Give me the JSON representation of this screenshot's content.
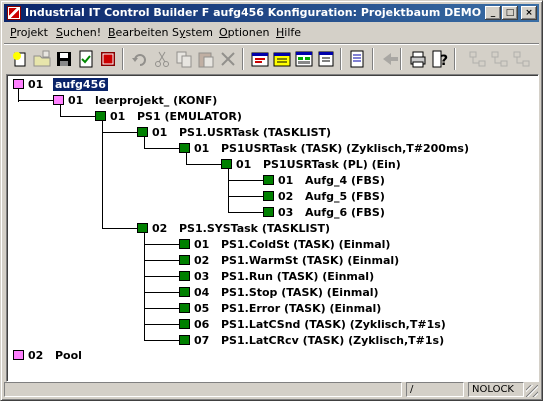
{
  "window": {
    "title": "Industrial IT Control Builder F aufg456  Konfiguration: Projektbaum  DEMO",
    "controls": {
      "minimize": "_",
      "maximize": "□",
      "close": "×"
    }
  },
  "menu": [
    {
      "label": "Projekt",
      "key": "P"
    },
    {
      "label": "Suchen!",
      "key": "S"
    },
    {
      "label": "Bearbeiten",
      "key": "B"
    },
    {
      "label": "System",
      "key": "y"
    },
    {
      "label": "Optionen",
      "key": "O"
    },
    {
      "label": "Hilfe",
      "key": "H"
    }
  ],
  "toolbar": [
    {
      "icon": "new-project-icon",
      "enabled": true
    },
    {
      "icon": "open-icon",
      "enabled": false
    },
    {
      "icon": "save-icon",
      "enabled": true
    },
    {
      "icon": "check-icon",
      "enabled": true
    },
    {
      "icon": "exit-icon",
      "enabled": true
    },
    {
      "icon": "undo-icon",
      "enabled": false
    },
    {
      "icon": "cut-icon",
      "enabled": false
    },
    {
      "icon": "copy-icon",
      "enabled": false
    },
    {
      "icon": "paste-icon",
      "enabled": false
    },
    {
      "icon": "delete-icon",
      "enabled": false
    },
    {
      "icon": "compile-icon",
      "enabled": true
    },
    {
      "icon": "library-icon",
      "enabled": true
    },
    {
      "icon": "hardware-icon",
      "enabled": true
    },
    {
      "icon": "panel-icon",
      "enabled": true
    },
    {
      "icon": "document-icon",
      "enabled": true
    },
    {
      "icon": "back-arrow-icon",
      "enabled": false
    },
    {
      "icon": "print-icon",
      "enabled": true
    },
    {
      "icon": "help-icon",
      "enabled": true
    },
    {
      "icon": "tree-expand-icon",
      "enabled": false
    },
    {
      "icon": "tree-collapse-icon",
      "enabled": false
    },
    {
      "icon": "tree-move-icon",
      "enabled": false
    }
  ],
  "tree": {
    "root": {
      "num": "01",
      "label": "aufg456",
      "selected": true
    },
    "project": {
      "num": "01",
      "label": "leerprojekt_  (KONF)"
    },
    "emulator": {
      "num": "01",
      "label": "PS1  (EMULATOR)"
    },
    "usrtask": {
      "num": "01",
      "label": "PS1.USRTask  (TASKLIST)"
    },
    "usrtask_task": {
      "num": "01",
      "label": "PS1USRTask  (TASK) (Zyklisch,T#200ms)"
    },
    "usrtask_pl": {
      "num": "01",
      "label": "PS1USRTask  (PL) (Ein)"
    },
    "fbs": [
      {
        "num": "01",
        "label": "Aufg_4  (FBS)"
      },
      {
        "num": "02",
        "label": "Aufg_5  (FBS)"
      },
      {
        "num": "03",
        "label": "Aufg_6  (FBS)"
      }
    ],
    "systask": {
      "num": "02",
      "label": "PS1.SYSTask  (TASKLIST)"
    },
    "systasks": [
      {
        "num": "01",
        "label": "PS1.ColdSt  (TASK) (Einmal)"
      },
      {
        "num": "02",
        "label": "PS1.WarmSt  (TASK) (Einmal)"
      },
      {
        "num": "03",
        "label": "PS1.Run  (TASK) (Einmal)"
      },
      {
        "num": "04",
        "label": "PS1.Stop  (TASK) (Einmal)"
      },
      {
        "num": "05",
        "label": "PS1.Error  (TASK) (Einmal)"
      },
      {
        "num": "06",
        "label": "PS1.LatCSnd  (TASK) (Zyklisch,T#1s)"
      },
      {
        "num": "07",
        "label": "PS1.LatCRcv  (TASK) (Zyklisch,T#1s)"
      }
    ],
    "pool": {
      "num": "02",
      "label": "Pool"
    }
  },
  "status": {
    "panel1": "",
    "panel2": "/",
    "panel3": "NOLOCK"
  },
  "colors": {
    "selection": "#0a246a",
    "node_green": "#008000",
    "node_pink": "#ff80ff"
  }
}
